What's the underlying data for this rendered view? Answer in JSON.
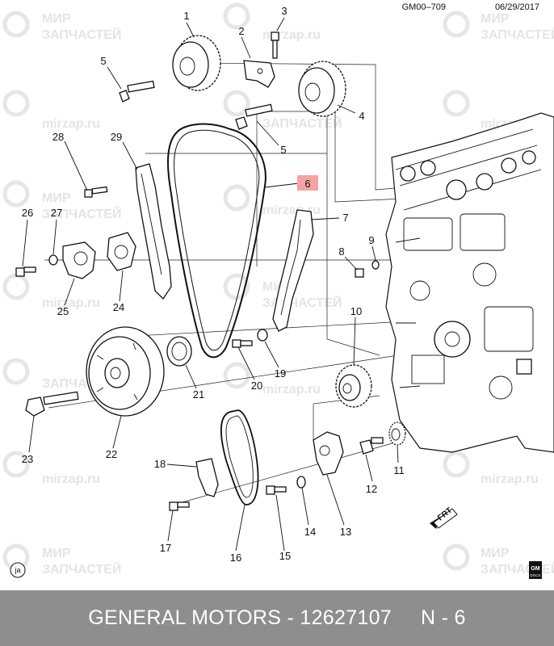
{
  "header": {
    "code": "GM00–709",
    "date": "06/29/2017"
  },
  "watermark": {
    "line1": "МИР",
    "line2": "ЗАПЧАСТЕЙ",
    "site": "mirzap.ru"
  },
  "callouts": [
    {
      "id": "1",
      "label": "1"
    },
    {
      "id": "2",
      "label": "2"
    },
    {
      "id": "3",
      "label": "3"
    },
    {
      "id": "4",
      "label": "4"
    },
    {
      "id": "5a",
      "label": "5"
    },
    {
      "id": "5b",
      "label": "5"
    },
    {
      "id": "6",
      "label": "6",
      "highlight": true
    },
    {
      "id": "7",
      "label": "7"
    },
    {
      "id": "8",
      "label": "8"
    },
    {
      "id": "9",
      "label": "9"
    },
    {
      "id": "10",
      "label": "10"
    },
    {
      "id": "11",
      "label": "11"
    },
    {
      "id": "12",
      "label": "12"
    },
    {
      "id": "13",
      "label": "13"
    },
    {
      "id": "14",
      "label": "14"
    },
    {
      "id": "15",
      "label": "15"
    },
    {
      "id": "16",
      "label": "16"
    },
    {
      "id": "17",
      "label": "17"
    },
    {
      "id": "18",
      "label": "18"
    },
    {
      "id": "19",
      "label": "19"
    },
    {
      "id": "20",
      "label": "20"
    },
    {
      "id": "21",
      "label": "21"
    },
    {
      "id": "22",
      "label": "22"
    },
    {
      "id": "23",
      "label": "23"
    },
    {
      "id": "24",
      "label": "24"
    },
    {
      "id": "25",
      "label": "25"
    },
    {
      "id": "26",
      "label": "26"
    },
    {
      "id": "27",
      "label": "27"
    },
    {
      "id": "28",
      "label": "28"
    },
    {
      "id": "29",
      "label": "29"
    }
  ],
  "highlight_color": "#f4a3a3",
  "front_arrow": "FRT",
  "corner_badge": "ja",
  "gm_logo": {
    "line1": "GM",
    "line2": "DOCS"
  },
  "footer": {
    "brand": "GENERAL MOTORS",
    "separator": "-",
    "part_number": "12627107",
    "ref": "N - 6"
  }
}
